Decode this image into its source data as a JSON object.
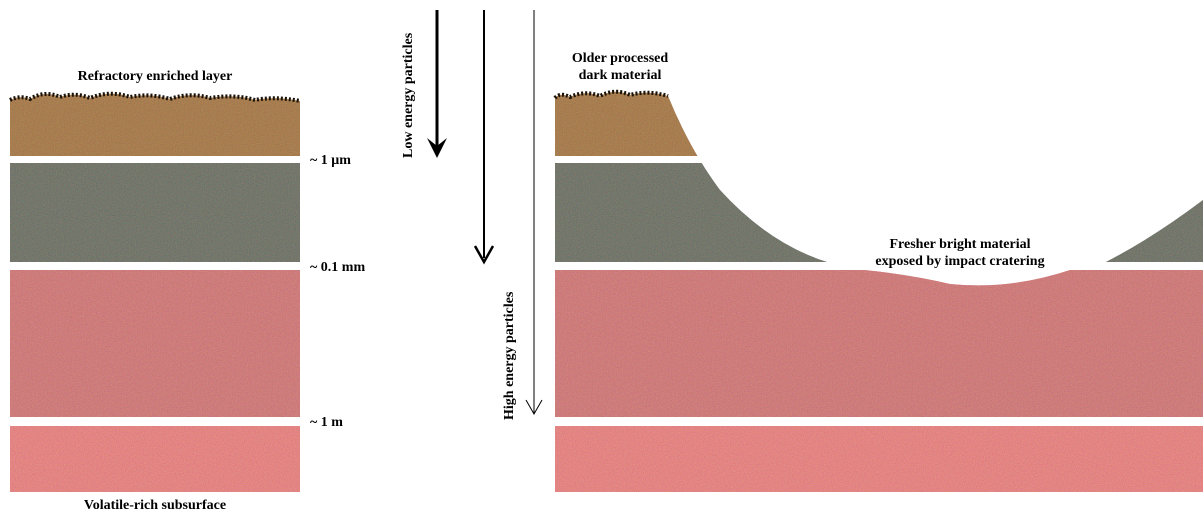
{
  "labels": {
    "refractory_layer": "Refractory enriched layer",
    "volatile_subsurface": "Volatile-rich subsurface",
    "depth_1um": "~ 1 μm",
    "depth_01mm": "~ 0.1 mm",
    "depth_1m": "~ 1 m",
    "low_energy": "Low energy particles",
    "high_energy": "High energy particles",
    "older_material_line1": "Older processed",
    "older_material_line2": "dark material",
    "fresher_line1": "Fresher bright material",
    "fresher_line2": "exposed by impact cratering"
  },
  "colors": {
    "refractory": "#8a5a2e",
    "dark_green": "#3f5a55",
    "mid_red": "#c9685e",
    "bottom_red": "#e56a5c",
    "arrow": "#000000"
  }
}
